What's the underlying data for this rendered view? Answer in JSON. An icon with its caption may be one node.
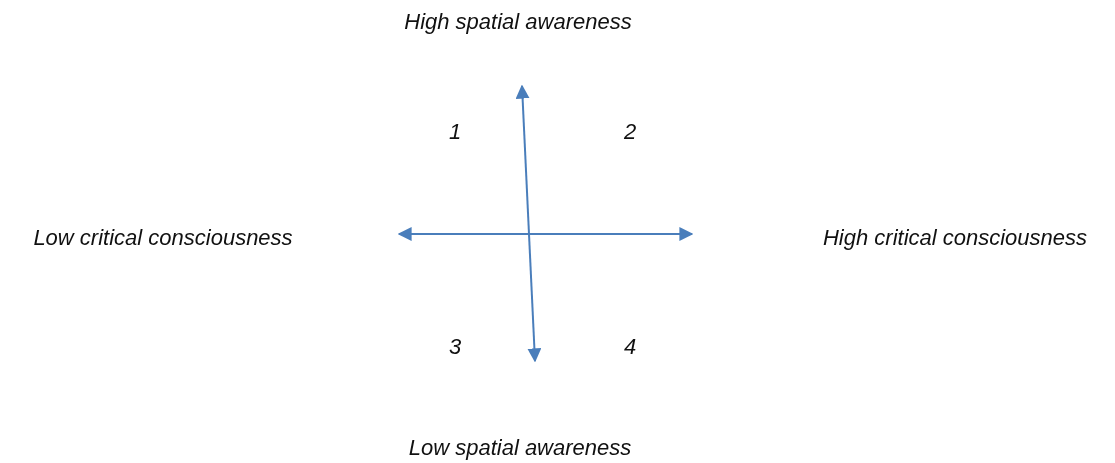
{
  "diagram": {
    "labels": [
      "High spatial awareness",
      "1",
      "2",
      "Low critical consciousness",
      "High critical consciousness",
      "3",
      "4",
      "Low spatial awareness"
    ]
  }
}
